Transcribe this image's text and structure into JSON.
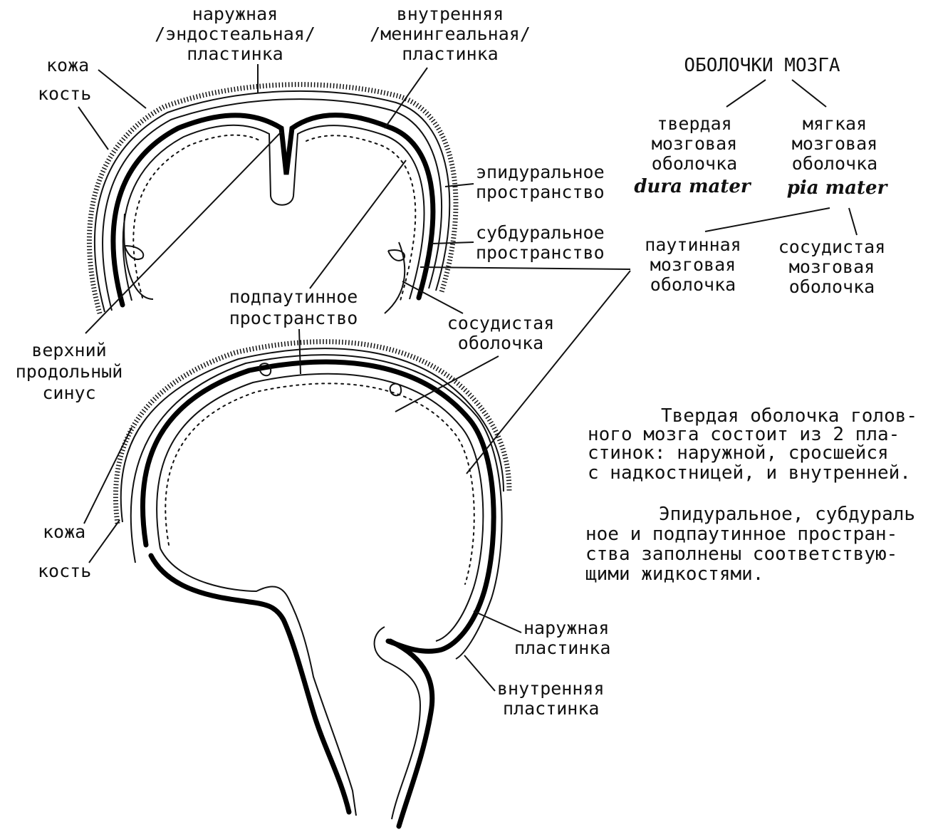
{
  "top_labels": {
    "outer_plate": [
      "наружная",
      "/эндостеальная/",
      "пластинка"
    ],
    "inner_plate": [
      "внутренняя",
      "/менингеальная/",
      "пластинка"
    ],
    "skin": "кожа",
    "bone": "кость",
    "epidural": [
      "эпидуральное",
      "пространство"
    ],
    "subdural": [
      "субдуральное",
      "пространство"
    ],
    "subarachnoid": [
      "подпаутинное",
      "пространство"
    ],
    "superior_sinus": [
      "верхний",
      "продольный",
      "синус"
    ],
    "choroid": [
      "сосудистая",
      "оболочка"
    ]
  },
  "bottom_labels": {
    "skin": "кожа",
    "bone": "кость",
    "outer_plate": [
      "наружная",
      "пластинка"
    ],
    "inner_plate": [
      "внутренняя",
      "пластинка"
    ]
  },
  "tree": {
    "title": "ОБОЛОЧКИ МОЗГА",
    "dura": [
      "твердая",
      "мозговая",
      "оболочка"
    ],
    "dura_latin": "dura mater",
    "pia": [
      "мягкая",
      "мозговая",
      "оболочка"
    ],
    "pia_latin": "pia mater",
    "arachnoid": [
      "паутинная",
      "мозговая",
      "оболочка"
    ],
    "vascular": [
      "сосудистая",
      "мозговая",
      "оболочка"
    ]
  },
  "notes": {
    "para1": [
      "Твердая оболочка голов-",
      "ного мозга состоит из 2 пла-",
      "стинок: наружной, сросшейся",
      "с надкостницей, и внутренней."
    ],
    "para2": [
      "Эпидуральное, субдураль",
      "ное и подпаутинное простран-",
      "ства заполнены соответствую-",
      "щими жидкостями."
    ]
  }
}
